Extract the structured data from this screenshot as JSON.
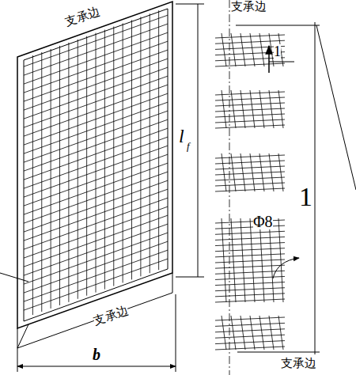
{
  "diagram": {
    "labels": [
      "支承边",
      "支承边",
      "l",
      "f",
      "b",
      "支承边",
      "1",
      "Φ8",
      "1",
      "支承边"
    ]
  }
}
